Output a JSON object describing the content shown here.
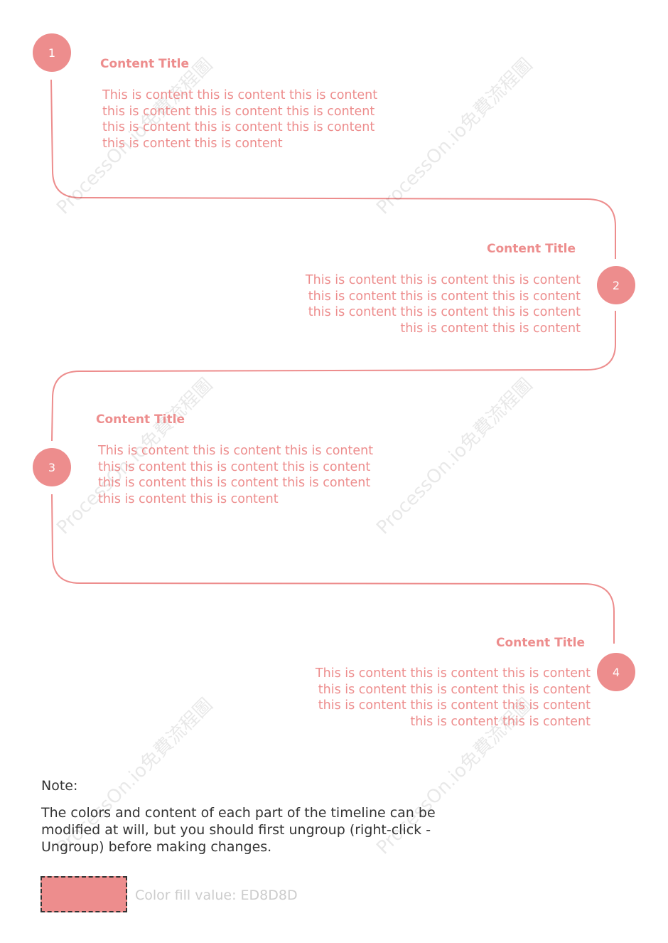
{
  "colors": {
    "accent": "#ED8D8D",
    "note_text": "#333333",
    "swatch_label": "#CCCCCC"
  },
  "watermark": "ProcessOn.io免費流程圖",
  "steps": [
    {
      "number": "1",
      "title": "Content Title",
      "lines": [
        "This is content this is content this is content",
        "this is content this is content this is content",
        "this is content this is content this is content",
        "this is content this is content"
      ]
    },
    {
      "number": "2",
      "title": "Content Title",
      "lines": [
        "This is content this is content this is content",
        "this is content this is content this is content",
        "this is content this is content this is content",
        "this is content this is content"
      ]
    },
    {
      "number": "3",
      "title": "Content Title",
      "lines": [
        "This is content this is content this is content",
        "this is content this is content this is content",
        "this is content this is content this is content",
        "this is content this is content"
      ]
    },
    {
      "number": "4",
      "title": "Content Title",
      "lines": [
        "This is content this is content this is content",
        "this is content this is content this is content",
        "this is content this is content this is content",
        "this is content this is content"
      ]
    }
  ],
  "note": {
    "heading": "Note:",
    "text": "The colors and content of each part of the timeline can be modified at will, but you should first ungroup (right-click - Ungroup) before making changes.",
    "swatch_label": "Color fill value: ED8D8D"
  }
}
